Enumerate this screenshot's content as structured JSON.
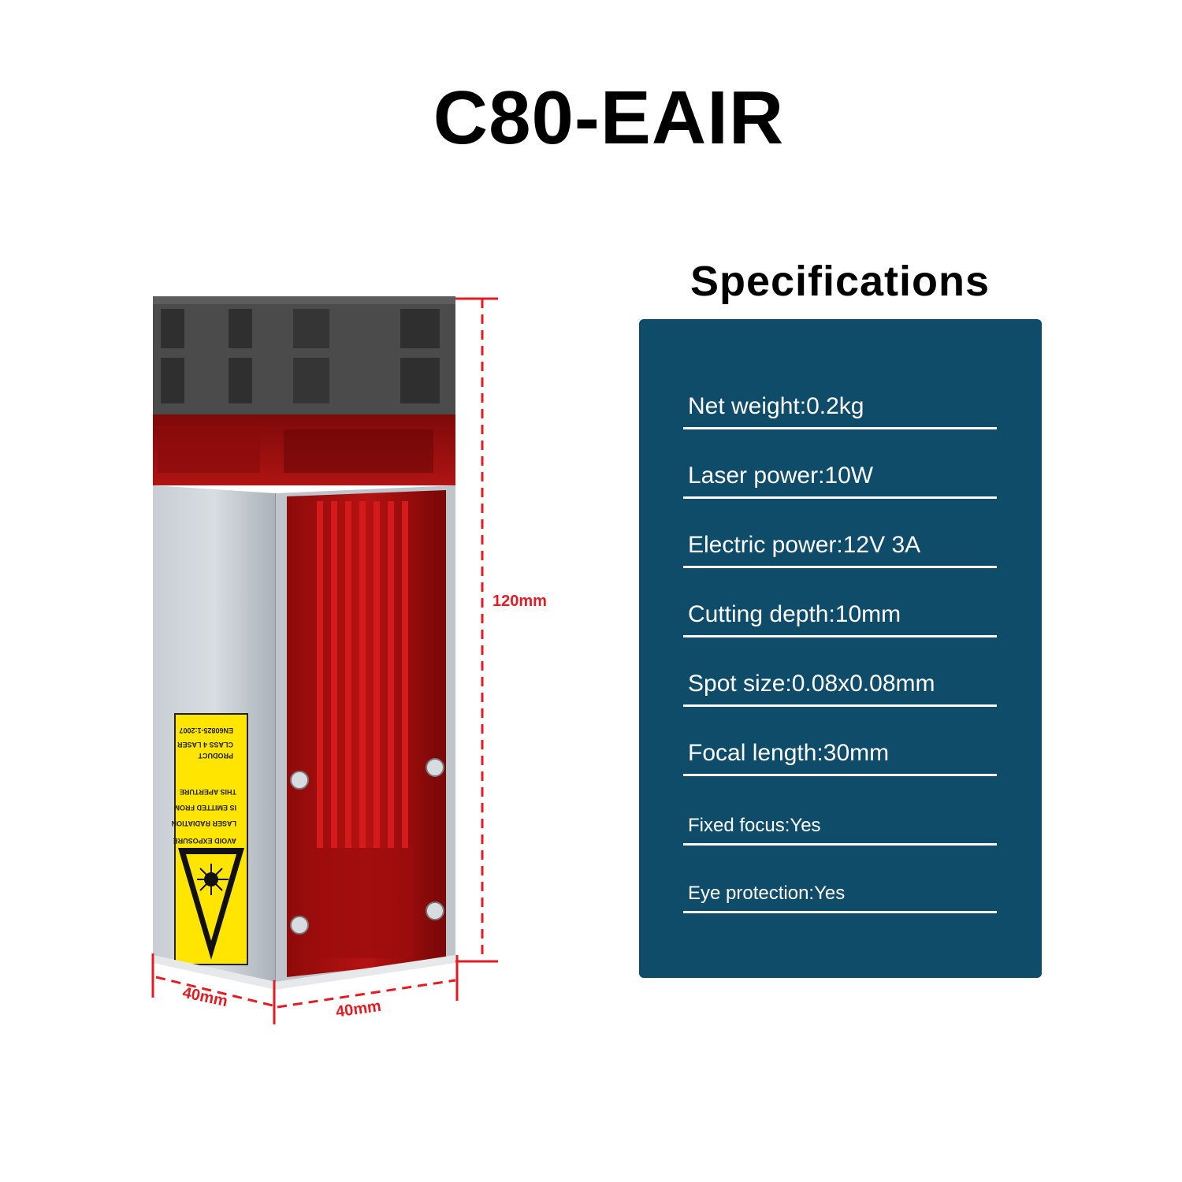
{
  "title": "C80-EAIR",
  "specifications": {
    "heading": "Specifications",
    "rows": [
      "Net weight:0.2kg",
      "Laser power:10W",
      "Electric power:12V 3A",
      "Cutting depth:10mm",
      "Spot size:0.08x0.08mm",
      "Focal length:30mm",
      "Fixed focus:Yes",
      "Eye protection:Yes"
    ]
  },
  "dimensions": {
    "height": "120mm",
    "width": "40mm",
    "depth": "40mm"
  },
  "warning_label": {
    "text_lines": [
      "EN60825-1:2007",
      "CLASS 4 LASER",
      "PRODUCT",
      "AVOID EXPOSURE",
      "LASER RADIATION",
      "IS EMITTED FROM",
      "THIS APERTURE"
    ]
  },
  "colors": {
    "panel": "#0f4c6a",
    "dimension_lines": "#e31b23",
    "label_yellow": "#ffe500",
    "red_housing": "#a10c0c",
    "fan_top": "#4a4a4a",
    "aluminium": "#b9bfc6"
  }
}
